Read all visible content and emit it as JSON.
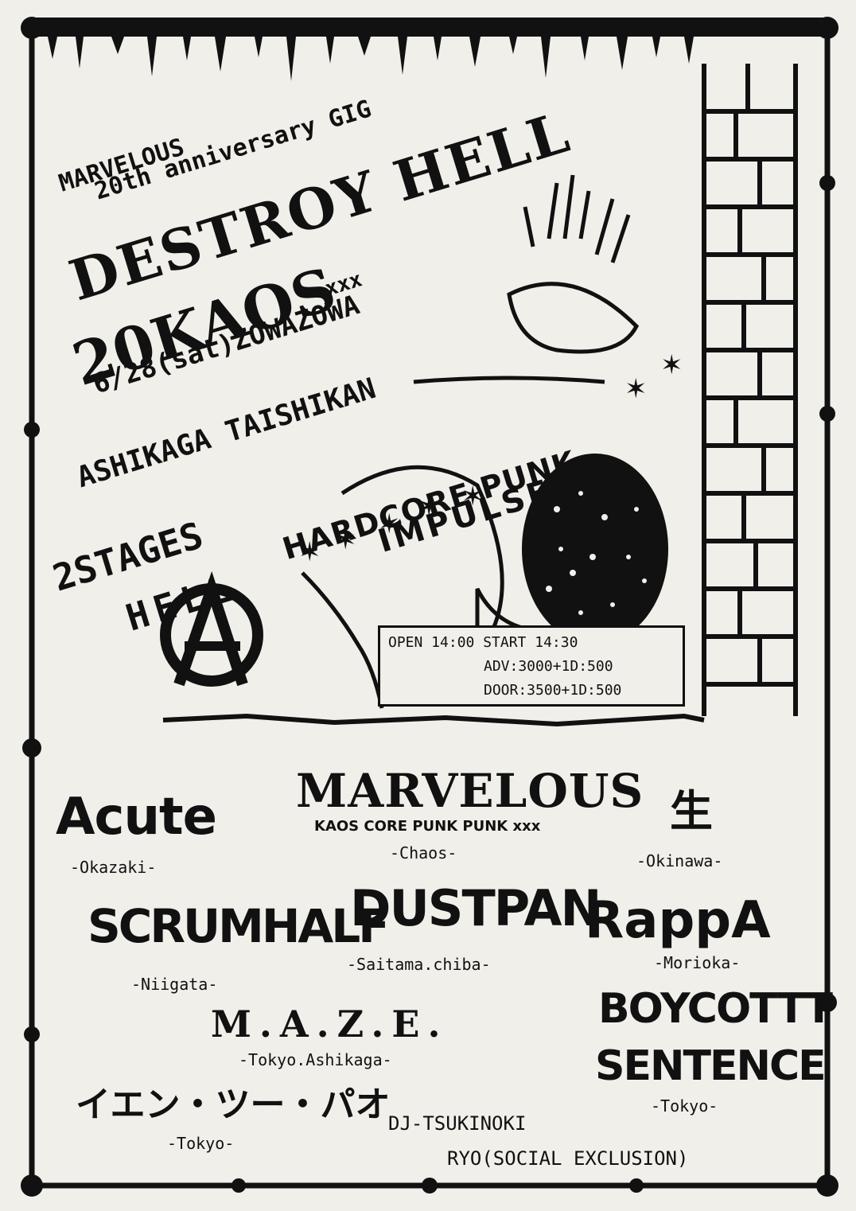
{
  "header": {
    "marvelous": "MARVELOUS",
    "anniversary": "20th anniversary GIG",
    "destroy_hell": "DESTROY HELL",
    "kaos": "20KAOS",
    "kaos_suffix": "xxx",
    "date_venue": "6/28(sat)ZOWAZOWA",
    "venue_name": "ASHIKAGA TAISHIKAN",
    "stages": "2STAGES",
    "stages_hell": "HELL"
  },
  "tagline": {
    "hardcore": "HARDCORE PUNK",
    "impulse": "IMPULSE"
  },
  "info": {
    "open_start": "OPEN 14:00 START 14:30",
    "adv": "ADV:3000+1D:500",
    "door": "DOOR:3500+1D:500"
  },
  "lineup": [
    {
      "name": "Acute",
      "place": "-Okazaki-"
    },
    {
      "name": "MARVELOUS",
      "sub": "KAOS CORE PUNK PUNK xxx",
      "place": "-Chaos-"
    },
    {
      "name": "生",
      "place": "-Okinawa-"
    },
    {
      "name": "SCRUMHALF",
      "place": "-Niigata-"
    },
    {
      "name": "DUSTPAN",
      "place": "-Saitama.chiba-"
    },
    {
      "name": "RappA",
      "place": "-Morioka-"
    },
    {
      "name": "M.A.Z.E.",
      "place": "-Tokyo.Ashikaga-"
    },
    {
      "name": "BOYCOTTT",
      "name2": "SENTENCE",
      "place": "-Tokyo-"
    },
    {
      "name": "イエン・ツー・パオ",
      "place": "-Tokyo-"
    }
  ],
  "dj": {
    "line1": "DJ-TSUKINOKI",
    "line2": "RYO(SOCIAL EXCLUSION)"
  },
  "colors": {
    "ink": "#111111",
    "paper": "#f1efea"
  }
}
